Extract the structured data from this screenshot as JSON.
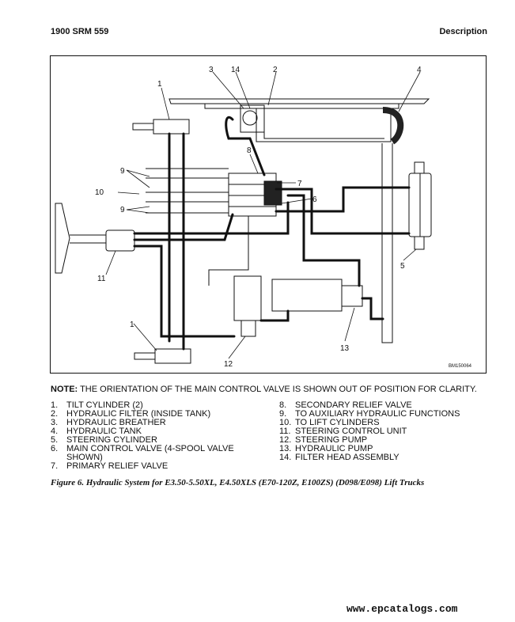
{
  "header": {
    "left": "1900 SRM 559",
    "right": "Description"
  },
  "figure": {
    "drawing_code": "BM150064",
    "callouts": {
      "c1_top": "1",
      "c1_bottom": "1",
      "c2": "2",
      "c3": "3",
      "c4": "4",
      "c5": "5",
      "c6": "6",
      "c7": "7",
      "c8": "8",
      "c9_top": "9",
      "c9_bottom": "9",
      "c10": "10",
      "c11": "11",
      "c12": "12",
      "c13": "13",
      "c14": "14"
    }
  },
  "note": {
    "label": "NOTE:",
    "text": " THE ORIENTATION OF THE MAIN CONTROL VALVE IS SHOWN OUT OF POSITION FOR CLARITY."
  },
  "legend": {
    "left": [
      {
        "num": "1.",
        "text": "TILT CYLINDER (2)"
      },
      {
        "num": "2.",
        "text": "HYDRAULIC FILTER (INSIDE TANK)"
      },
      {
        "num": "3.",
        "text": "HYDRAULIC BREATHER"
      },
      {
        "num": "4.",
        "text": "HYDRAULIC TANK"
      },
      {
        "num": "5.",
        "text": "STEERING CYLINDER"
      },
      {
        "num": "6.",
        "text": "MAIN CONTROL VALVE (4-SPOOL VALVE SHOWN)"
      },
      {
        "num": "7.",
        "text": "PRIMARY RELIEF VALVE"
      }
    ],
    "right": [
      {
        "num": "8.",
        "text": "SECONDARY RELIEF VALVE"
      },
      {
        "num": "9.",
        "text": "TO AUXILIARY HYDRAULIC FUNCTIONS"
      },
      {
        "num": "10.",
        "text": "TO LIFT CYLINDERS"
      },
      {
        "num": "11.",
        "text": "STEERING CONTROL UNIT"
      },
      {
        "num": "12.",
        "text": "STEERING PUMP"
      },
      {
        "num": "13.",
        "text": "HYDRAULIC PUMP"
      },
      {
        "num": "14.",
        "text": "FILTER HEAD ASSEMBLY"
      }
    ]
  },
  "caption": "Figure 6. Hydraulic System for E3.50-5.50XL, E4.50XLS (E70-120Z, E100ZS) (D098/E098) Lift Trucks",
  "watermark": "www.epcatalogs.com"
}
